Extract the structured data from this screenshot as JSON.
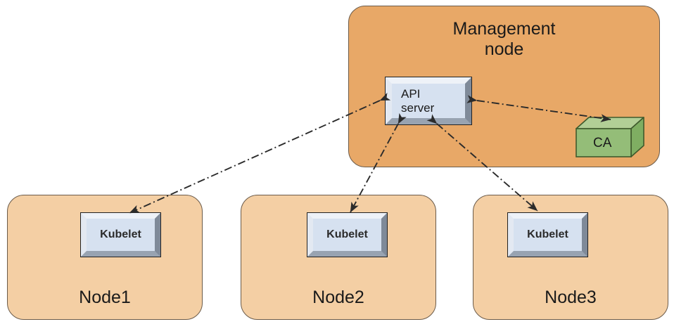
{
  "diagram": {
    "title": "Kubernetes API server, kubelet and CA trust relationships",
    "background": "#ffffff",
    "colors": {
      "management_node_fill": "#e8a867",
      "worker_node_fill": "#f4cfa4",
      "region_border": "#6b5b4a",
      "component_fill": "#d6e1f0",
      "component_bevel_light": "#eef2f8",
      "component_bevel_dark": "#7f8a99",
      "component_border": "#222222",
      "ca_top_fill": "#b2cf96",
      "ca_front_fill": "#94bd78",
      "ca_side_fill": "#7fae62",
      "ca_border": "#3f5a2c",
      "connector": "#2b2b2b",
      "text": "#1a1a1a"
    }
  },
  "management_node": {
    "label": "Management\nnode",
    "api_server": {
      "label": "API\nserver",
      "name": "API server"
    },
    "ca": {
      "label": "CA",
      "name": "Certificate Authority"
    }
  },
  "worker_nodes": [
    {
      "label": "Node1",
      "component": {
        "label": "Kubelet"
      }
    },
    {
      "label": "Node2",
      "component": {
        "label": "Kubelet"
      }
    },
    {
      "label": "Node3",
      "component": {
        "label": "Kubelet"
      }
    }
  ],
  "connectors": [
    {
      "id": "api-node1",
      "from": "API server",
      "to": "Node1 Kubelet",
      "style": "dash-dot",
      "arrows": "both"
    },
    {
      "id": "api-node2",
      "from": "API server",
      "to": "Node2 Kubelet",
      "style": "dash-dot",
      "arrows": "both"
    },
    {
      "id": "api-node3",
      "from": "API server",
      "to": "Node3 Kubelet",
      "style": "dash-dot",
      "arrows": "both"
    },
    {
      "id": "api-ca",
      "from": "API server",
      "to": "CA",
      "style": "dash-dot",
      "arrows": "both"
    }
  ]
}
